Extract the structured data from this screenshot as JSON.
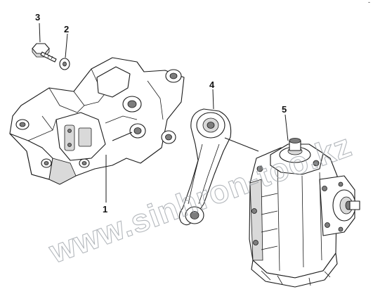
{
  "callouts": [
    {
      "label": "1"
    },
    {
      "label": "2"
    },
    {
      "label": "3"
    },
    {
      "label": "4"
    },
    {
      "label": "5"
    }
  ],
  "watermark": "www.sinhron-too.kz",
  "corner_mark": "-"
}
